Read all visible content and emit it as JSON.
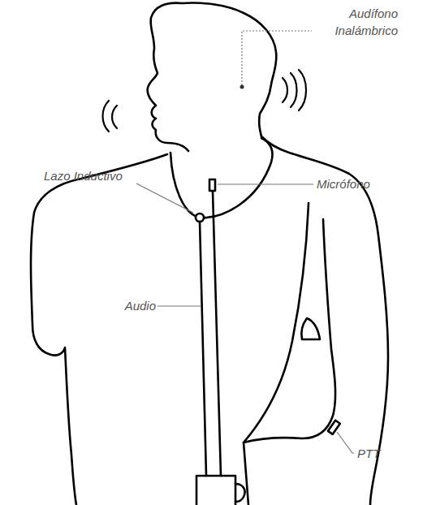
{
  "diagram": {
    "labels": [
      "Audífono Inalámbrico",
      "Lazo Inductivo",
      "Micrófono",
      "Audio",
      "PTT"
    ]
  }
}
